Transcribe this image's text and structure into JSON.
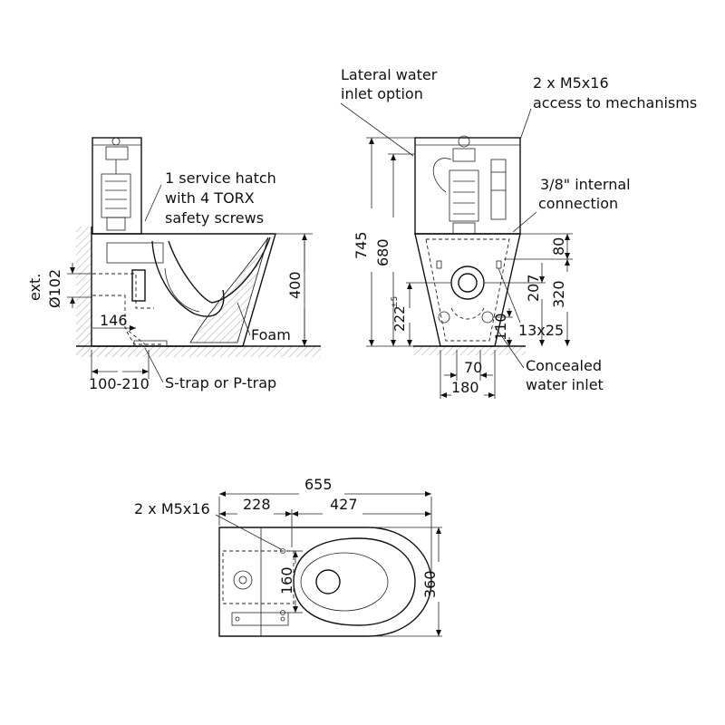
{
  "side_view": {
    "label_service_hatch": [
      "1 service hatch",
      "with 4 TORX",
      "safety screws"
    ],
    "label_foam": "Foam",
    "dim_ext": "ext.",
    "dim_diameter": "Ø102",
    "dim_146": "146",
    "dim_400": "400",
    "dim_100_210": "100-210",
    "label_trap": "S-trap or P-trap"
  },
  "front_view": {
    "label_lateral": [
      "Lateral water",
      "inlet option"
    ],
    "label_screws": [
      "2 x M5x16",
      "access to mechanisms"
    ],
    "label_internal": [
      "3/8\" internal",
      "connection"
    ],
    "dim_745": "745",
    "dim_680": "680",
    "dim_222": "222",
    "dim_222_tol": "±5",
    "dim_80": "80",
    "dim_207": "207",
    "dim_320": "320",
    "dim_110": "110",
    "dim_13x25": "13x25",
    "dim_70": "70",
    "dim_180": "180",
    "label_concealed": [
      "Concealed",
      "water inlet"
    ]
  },
  "top_view": {
    "dim_655": "655",
    "dim_228": "228",
    "dim_427": "427",
    "label_screws": "2 x M5x16",
    "dim_160": "160",
    "dim_360": "360"
  }
}
